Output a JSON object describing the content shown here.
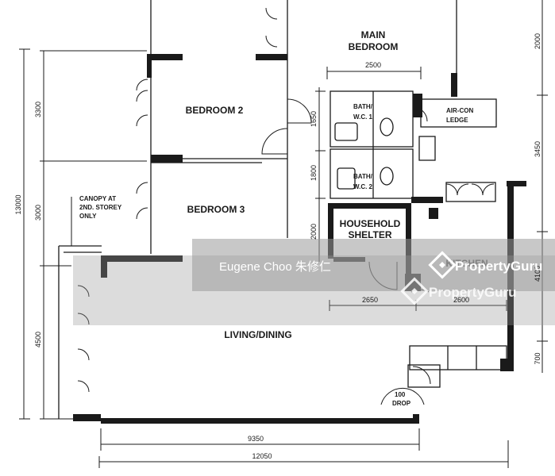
{
  "rooms": {
    "main_bedroom_line1": "MAIN",
    "main_bedroom_line2": "BEDROOM",
    "bedroom2": "BEDROOM 2",
    "bedroom3": "BEDROOM 3",
    "bath1_line1": "BATH/",
    "bath1_line2": "W.C. 1",
    "bath2_line1": "BATH/",
    "bath2_line2": "W.C. 2",
    "aircon_line1": "AIR-CON",
    "aircon_line2": "LEDGE",
    "shelter_line1": "HOUSEHOLD",
    "shelter_line2": "SHELTER",
    "living": "LIVING/DINING",
    "kitchen": "KITCHEN",
    "refuse_line1": "100",
    "refuse_line2": "DROP"
  },
  "canopy_note": {
    "line1": "CANOPY AT",
    "line2": "2ND. STOREY",
    "line3": "ONLY"
  },
  "dimensions": {
    "left_13000": "13000",
    "left_3300": "3300",
    "left_3000": "3000",
    "left_4500": "4500",
    "top_2500": "2500",
    "mid_1650": "1650",
    "mid_1800": "1800",
    "mid_2000": "2000",
    "right_2000": "2000",
    "right_3450": "3450",
    "right_4100": "4100",
    "right_700": "700",
    "bottom_2650": "2650",
    "bottom_2600": "2600",
    "bottom_9350": "9350",
    "bottom_12050": "12050"
  },
  "watermarks": {
    "agent": "Eugene Choo 朱修仁",
    "brand_top": "PropertyGuru",
    "brand_bottom": "PropertyGuru"
  },
  "colors": {
    "wall": "#1a1a1a",
    "watermark_band": "#9a9a9a"
  }
}
